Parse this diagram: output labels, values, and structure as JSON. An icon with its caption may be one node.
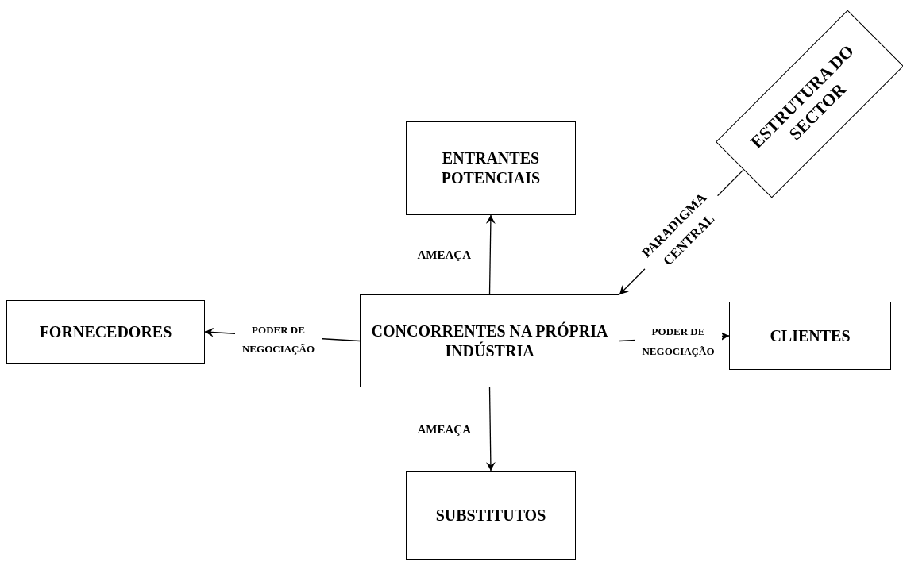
{
  "diagram": {
    "nodes": [
      {
        "text": [
          "ENTRANTES POTENCIAIS"
        ]
      },
      {
        "text": [
          "ESTRUTURA DO SECTOR"
        ]
      },
      {
        "text": [
          "FORNECEDORES"
        ]
      },
      {
        "text": [
          "CONCORRENTES NA PRÓPRIA INDÚSTRIA"
        ]
      },
      {
        "text": [
          "CLIENTES"
        ]
      },
      {
        "text": [
          "SUBSTITUTOS"
        ]
      }
    ],
    "edges": [
      {
        "from": 3,
        "to": 0,
        "arrow": "to",
        "label": "AMEAÇA"
      },
      {
        "from": 1,
        "to": 3,
        "arrow": "to",
        "label": "PARADIGMA CENTRAL"
      },
      {
        "from": 3,
        "to": 2,
        "arrow": "to",
        "label": "PODER DE NEGOCIAÇÃO"
      },
      {
        "from": 3,
        "to": 4,
        "arrow": "to",
        "label": "PODER DE NEGOCIAÇÃO"
      },
      {
        "from": 3,
        "to": 5,
        "arrow": "to",
        "label": "AMEAÇA"
      }
    ]
  }
}
